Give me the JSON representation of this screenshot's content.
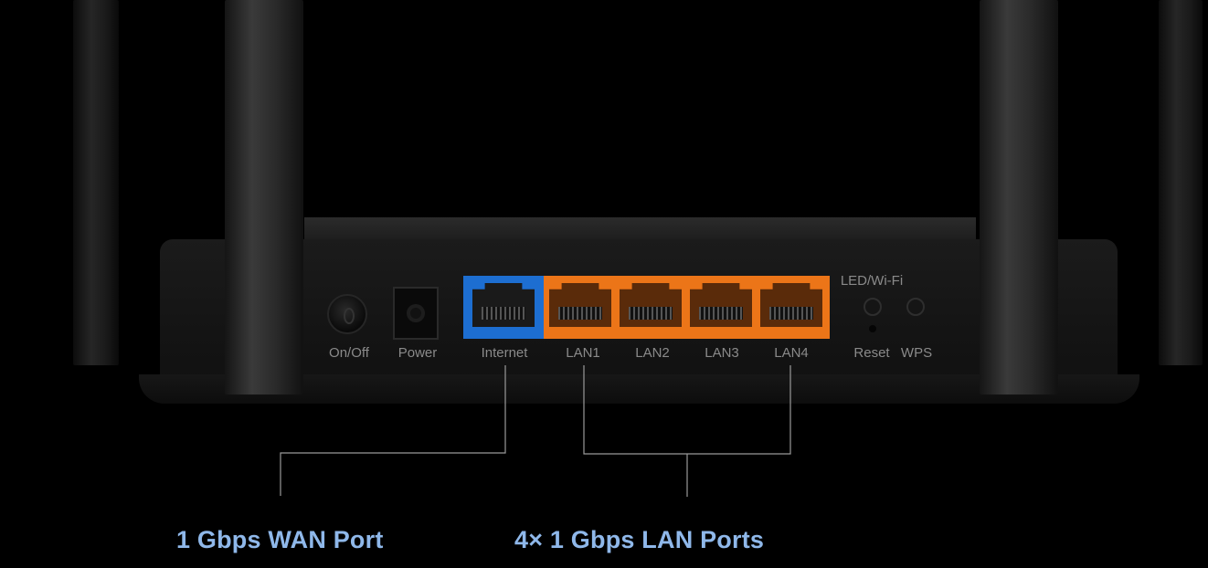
{
  "ports": {
    "on_off": "On/Off",
    "power": "Power",
    "internet": "Internet",
    "lan1": "LAN1",
    "lan2": "LAN2",
    "lan3": "LAN3",
    "lan4": "LAN4",
    "led_wifi": "LED/Wi-Fi",
    "reset": "Reset",
    "wps": "WPS"
  },
  "captions": {
    "wan": "1 Gbps WAN Port",
    "lan": "4× 1 Gbps LAN Ports"
  },
  "colors": {
    "wan_port": "#1d6ed1",
    "lan_ports": "#ec7518",
    "caption": "#8fb8ea"
  }
}
